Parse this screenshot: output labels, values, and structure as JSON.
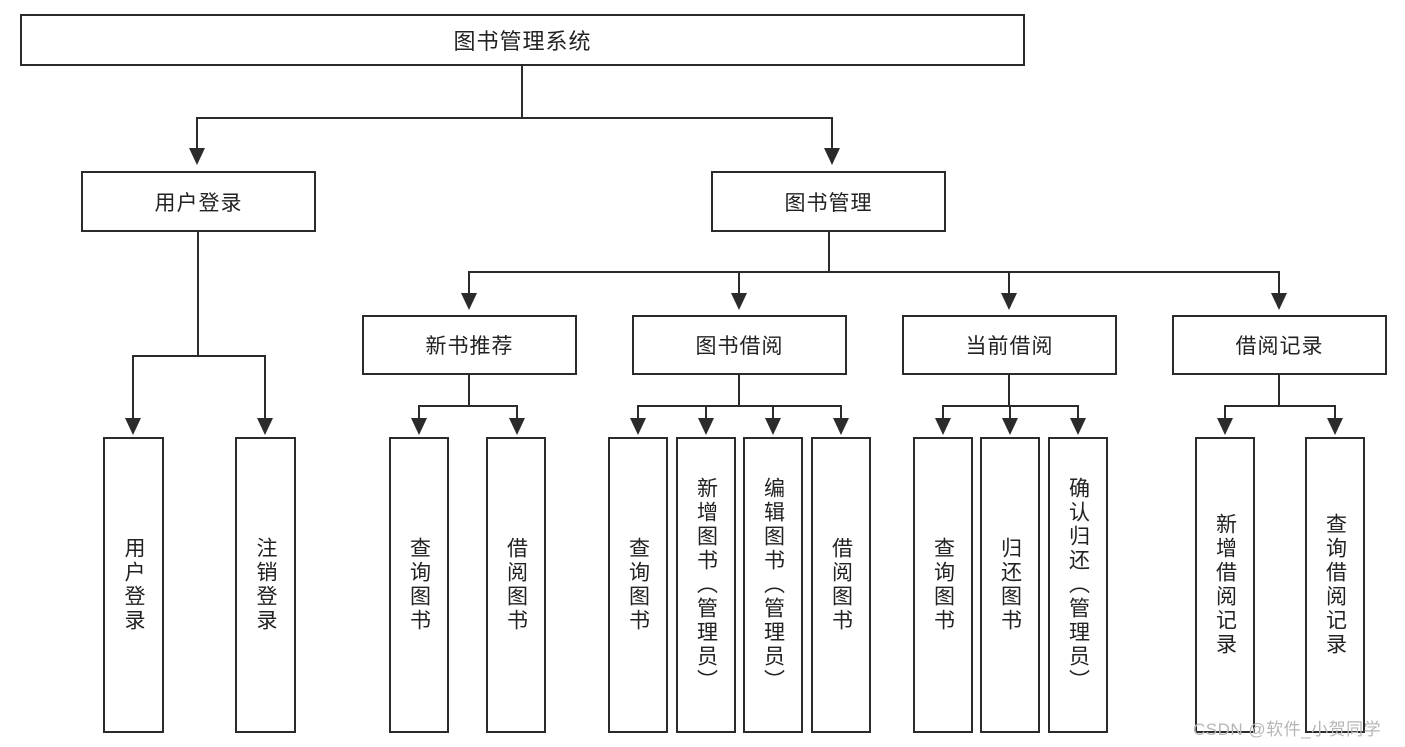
{
  "diagram": {
    "title": "图书管理系统",
    "type": "tree-hierarchy",
    "root": {
      "label": "图书管理系统"
    },
    "level2": [
      {
        "label": "用户登录"
      },
      {
        "label": "图书管理"
      }
    ],
    "level3": [
      {
        "label": "新书推荐",
        "parent": "图书管理"
      },
      {
        "label": "图书借阅",
        "parent": "图书管理"
      },
      {
        "label": "当前借阅",
        "parent": "图书管理"
      },
      {
        "label": "借阅记录",
        "parent": "图书管理"
      }
    ],
    "leaves": {
      "user_login": [
        {
          "label": "用户登录"
        },
        {
          "label": "注销登录"
        }
      ],
      "new_book_recommend": [
        {
          "label": "查询图书"
        },
        {
          "label": "借阅图书"
        }
      ],
      "book_borrow": [
        {
          "label": "查询图书"
        },
        {
          "label": "新增图书（管理员）"
        },
        {
          "label": "编辑图书（管理员）"
        },
        {
          "label": "借阅图书"
        }
      ],
      "current_borrow": [
        {
          "label": "查询图书"
        },
        {
          "label": "归还图书"
        },
        {
          "label": "确认归还（管理员）"
        }
      ],
      "borrow_record": [
        {
          "label": "新增借阅记录"
        },
        {
          "label": "查询借阅记录"
        }
      ]
    }
  },
  "watermark": {
    "text": "CSDN @软件_小贺同学"
  },
  "colors": {
    "stroke": "#2b2b2b",
    "fill": "#ffffff",
    "text": "#222222",
    "watermark": "#b6b6b6"
  }
}
